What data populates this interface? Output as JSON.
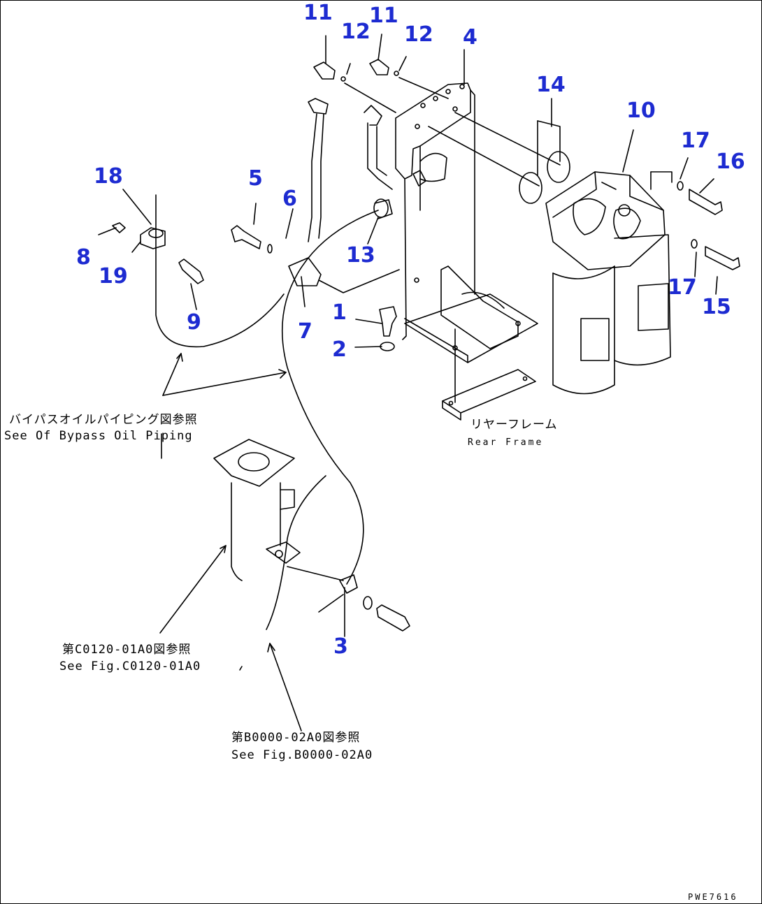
{
  "callouts": {
    "c1": "1",
    "c2": "2",
    "c3": "3",
    "c4": "4",
    "c5": "5",
    "c6": "6",
    "c7": "7",
    "c8": "8",
    "c9": "9",
    "c10": "10",
    "c11a": "11",
    "c11b": "11",
    "c12a": "12",
    "c12b": "12",
    "c13": "13",
    "c14": "14",
    "c15": "15",
    "c16": "16",
    "c17a": "17",
    "c17b": "17",
    "c18": "18",
    "c19": "19"
  },
  "notes": {
    "bypass_jp": "バイパスオイルパイピング図参照",
    "bypass_en": "See Of Bypass Oil Piping",
    "rear_jp": "リヤーフレーム",
    "rear_en": "Rear Frame",
    "fig_c0120_jp": "第C0120-01A0図参照",
    "fig_c0120_en": "See Fig.C0120-01A0",
    "fig_b0000_jp": "第B0000-02A0図参照",
    "fig_b0000_en": "See Fig.B0000-02A0"
  },
  "drawing_code": "PWE7616",
  "colors": {
    "callout": "#1d2bd1",
    "line": "#000000"
  }
}
